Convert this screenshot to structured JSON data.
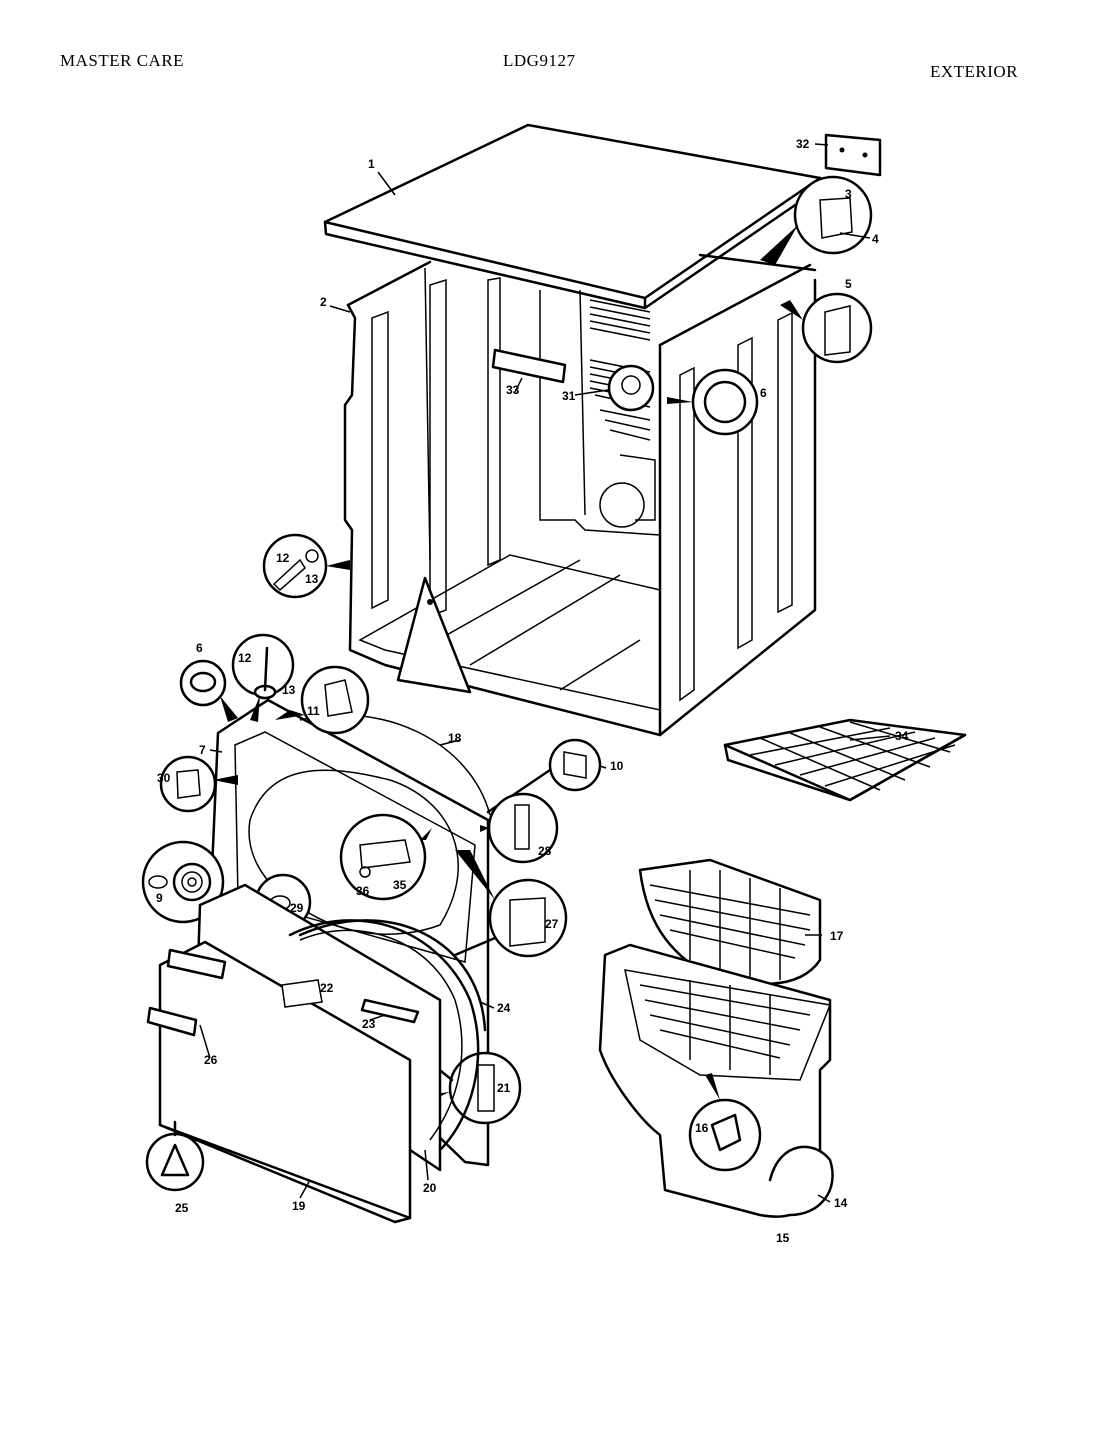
{
  "header": {
    "brand": "MASTER CARE",
    "model": "LDG9127",
    "section": "EXTERIOR"
  },
  "parts": [
    {
      "id": "p1",
      "num": "1"
    },
    {
      "id": "p2",
      "num": "2"
    },
    {
      "id": "p3",
      "num": "3"
    },
    {
      "id": "p4",
      "num": "4"
    },
    {
      "id": "p5",
      "num": "5"
    },
    {
      "id": "p6a",
      "num": "6"
    },
    {
      "id": "p6b",
      "num": "6"
    },
    {
      "id": "p7",
      "num": "7"
    },
    {
      "id": "p9",
      "num": "9"
    },
    {
      "id": "p10",
      "num": "10"
    },
    {
      "id": "p11",
      "num": "11"
    },
    {
      "id": "p12a",
      "num": "12"
    },
    {
      "id": "p12b",
      "num": "12"
    },
    {
      "id": "p13a",
      "num": "13"
    },
    {
      "id": "p13b",
      "num": "13"
    },
    {
      "id": "p14",
      "num": "14"
    },
    {
      "id": "p15",
      "num": "15"
    },
    {
      "id": "p16",
      "num": "16"
    },
    {
      "id": "p17",
      "num": "17"
    },
    {
      "id": "p18",
      "num": "18"
    },
    {
      "id": "p19",
      "num": "19"
    },
    {
      "id": "p20",
      "num": "20"
    },
    {
      "id": "p21",
      "num": "21"
    },
    {
      "id": "p22",
      "num": "22"
    },
    {
      "id": "p23",
      "num": "23"
    },
    {
      "id": "p24",
      "num": "24"
    },
    {
      "id": "p25",
      "num": "25"
    },
    {
      "id": "p26",
      "num": "26"
    },
    {
      "id": "p27",
      "num": "27"
    },
    {
      "id": "p28",
      "num": "28"
    },
    {
      "id": "p29",
      "num": "29"
    },
    {
      "id": "p30",
      "num": "30"
    },
    {
      "id": "p31",
      "num": "31"
    },
    {
      "id": "p32",
      "num": "32"
    },
    {
      "id": "p33",
      "num": "33"
    },
    {
      "id": "p34",
      "num": "34"
    },
    {
      "id": "p35",
      "num": "35"
    },
    {
      "id": "p36",
      "num": "36"
    }
  ]
}
